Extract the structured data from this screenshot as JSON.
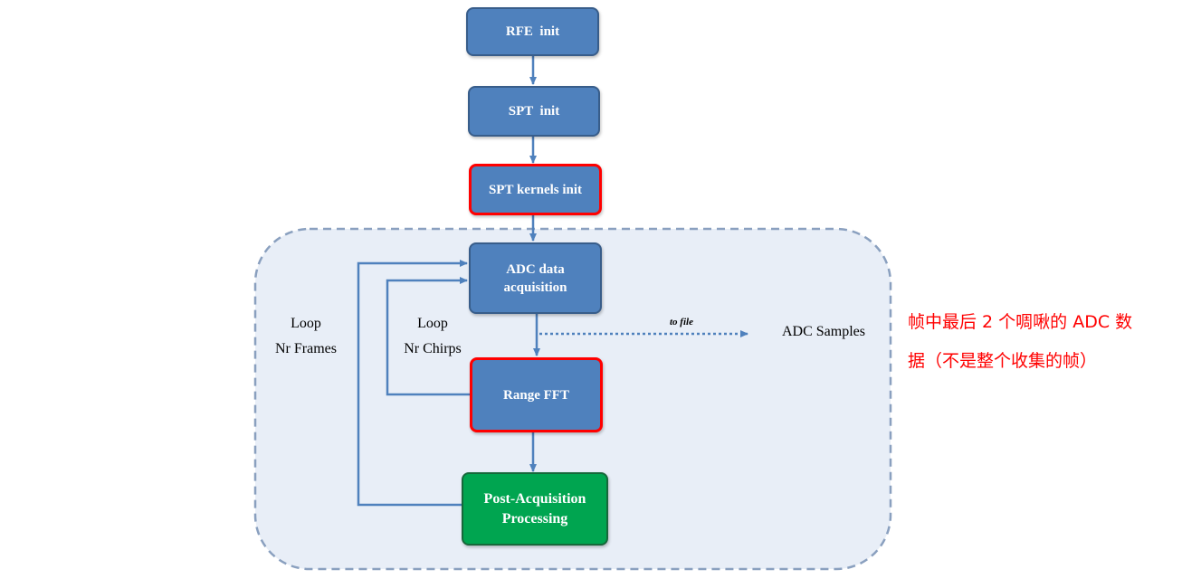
{
  "nodes": {
    "rfe_init": "RFE  init",
    "spt_init": "SPT  init",
    "spt_kernels_init": "SPT kernels init",
    "adc_acq": [
      "ADC data",
      "acquisition"
    ],
    "range_fft": "Range FFT",
    "post_acq": [
      "Post-Acquisition",
      "Processing"
    ]
  },
  "labels": {
    "loop_frames": [
      "Loop",
      "Nr Frames"
    ],
    "loop_chirps": [
      "Loop",
      "Nr Chirps"
    ],
    "to_file": "to file",
    "adc_samples": "ADC Samples"
  },
  "annotation": [
    "帧中最后 2 个啁啾的 ADC 数",
    "据（不是整个收集的帧）"
  ],
  "colors": {
    "box_fill": "#4f81bd",
    "box_border": "#385d8a",
    "highlight_border": "#ff0000",
    "post_fill": "#00a550",
    "loop_region_fill": "#e8eef7",
    "loop_region_border": "#8aa0bf",
    "arrow": "#4f81bd",
    "annotation_text": "#ff0000"
  }
}
